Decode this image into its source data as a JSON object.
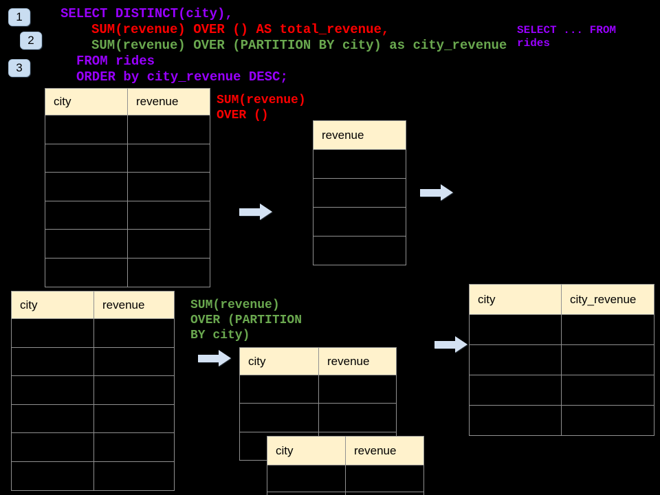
{
  "colors": {
    "background": "#000000",
    "purple": "#9900ff",
    "red": "#ff0000",
    "green": "#6aa84f",
    "header_fill": "#fff2cc",
    "grid_border": "#919191",
    "arrow_fill": "#d4e2f3",
    "badge_fill": "#c9ddf1"
  },
  "badges": [
    {
      "label": "1"
    },
    {
      "label": "2"
    },
    {
      "label": "3"
    }
  ],
  "code": {
    "lines": [
      {
        "text": "SELECT DISTINCT(city),",
        "color": "purple",
        "indent": 0
      },
      {
        "text": "SUM(revenue) OVER () AS total_revenue,",
        "color": "red",
        "indent": 2
      },
      {
        "text": "SUM(revenue) OVER (PARTITION BY city) as city_revenue",
        "color": "green",
        "indent": 2
      },
      {
        "text": "FROM rides",
        "color": "purple",
        "indent": 1
      },
      {
        "text": "ORDER by city_revenue DESC;",
        "color": "purple",
        "indent": 1
      }
    ]
  },
  "note": {
    "lines": [
      {
        "text": "SELECT ... FROM",
        "color": "purple"
      },
      {
        "text": "rides",
        "color": "purple"
      }
    ]
  },
  "labels": {
    "total": {
      "lines": [
        {
          "text": "SUM(revenue)",
          "color": "red"
        },
        {
          "text": "OVER ()",
          "color": "red"
        }
      ]
    },
    "partition": {
      "lines": [
        {
          "text": "SUM(revenue)",
          "color": "green"
        },
        {
          "text": "OVER (PARTITION",
          "color": "green"
        },
        {
          "text": "BY city)",
          "color": "green"
        }
      ]
    }
  },
  "tables": {
    "source_top": {
      "headers": [
        "city",
        "revenue"
      ],
      "rows": 6
    },
    "total_revenue": {
      "headers": [
        "revenue"
      ],
      "rows": 4
    },
    "source_bottom": {
      "headers": [
        "city",
        "revenue"
      ],
      "rows": 6
    },
    "partition_back": {
      "headers": [
        "city",
        "revenue"
      ],
      "rows": 3
    },
    "partition_front": {
      "headers": [
        "city",
        "revenue"
      ],
      "rows": 2
    },
    "result": {
      "headers": [
        "city",
        "city_revenue"
      ],
      "rows": 4
    }
  }
}
